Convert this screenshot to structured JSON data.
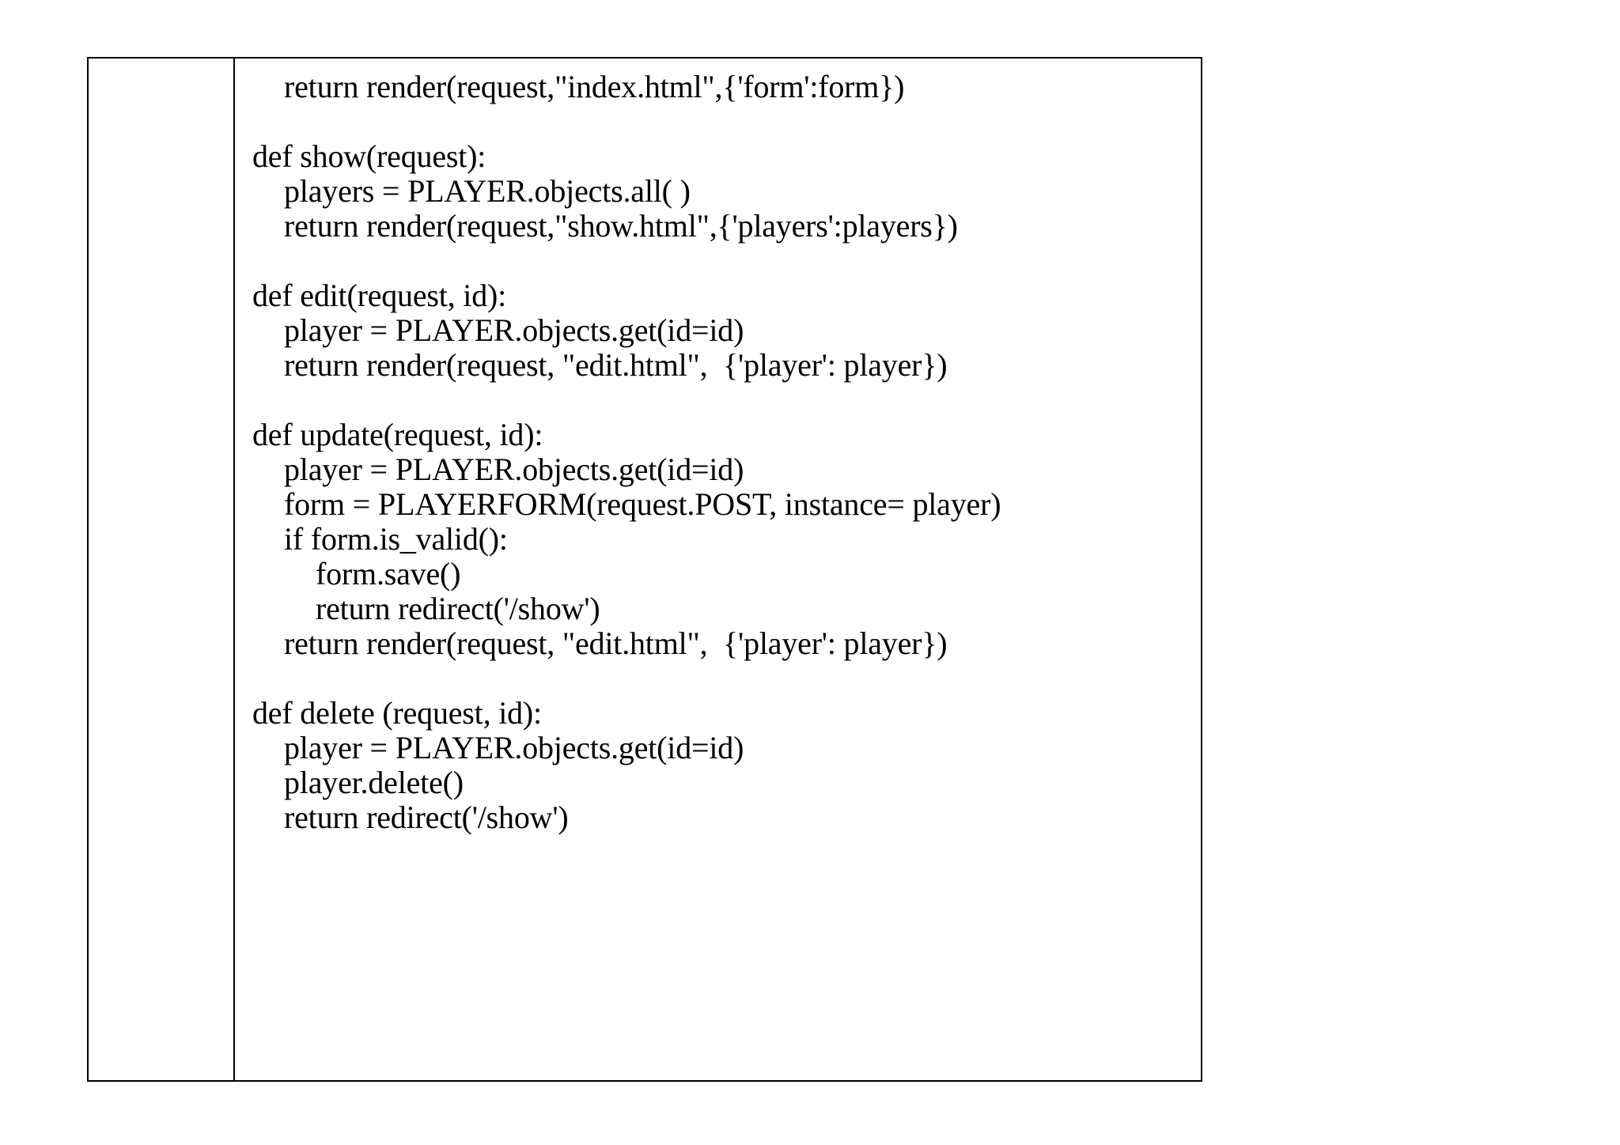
{
  "document": {
    "type": "code-listing-table",
    "language": "python",
    "border_color": "#000000",
    "text_color": "#000000",
    "background_color": "#ffffff",
    "table": {
      "columns": 1,
      "left_column_content": ""
    }
  },
  "code": {
    "lines": [
      {
        "indent": 1,
        "text": "return render(request,\"index.html\",{'form':form})"
      },
      {
        "indent": 0,
        "text": ""
      },
      {
        "indent": 0,
        "text": "def show(request):"
      },
      {
        "indent": 1,
        "text": "players = PLAYER.objects.all( )"
      },
      {
        "indent": 1,
        "text": "return render(request,\"show.html\",{'players':players})"
      },
      {
        "indent": 0,
        "text": ""
      },
      {
        "indent": 0,
        "text": "def edit(request, id):"
      },
      {
        "indent": 1,
        "text": "player = PLAYER.objects.get(id=id)"
      },
      {
        "indent": 1,
        "text": "return render(request, \"edit.html\",  {'player': player})"
      },
      {
        "indent": 0,
        "text": ""
      },
      {
        "indent": 0,
        "text": "def update(request, id):"
      },
      {
        "indent": 1,
        "text": "player = PLAYER.objects.get(id=id)"
      },
      {
        "indent": 1,
        "text": "form = PLAYERFORM(request.POST, instance= player)"
      },
      {
        "indent": 1,
        "text": "if form.is_valid():"
      },
      {
        "indent": 2,
        "text": "form.save()"
      },
      {
        "indent": 2,
        "text": "return redirect('/show')"
      },
      {
        "indent": 1,
        "text": "return render(request, \"edit.html\",  {'player': player})"
      },
      {
        "indent": 0,
        "text": ""
      },
      {
        "indent": 0,
        "text": "def delete (request, id):"
      },
      {
        "indent": 1,
        "text": "player = PLAYER.objects.get(id=id)"
      },
      {
        "indent": 1,
        "text": "player.delete()"
      },
      {
        "indent": 1,
        "text": "return redirect('/show')"
      }
    ]
  }
}
